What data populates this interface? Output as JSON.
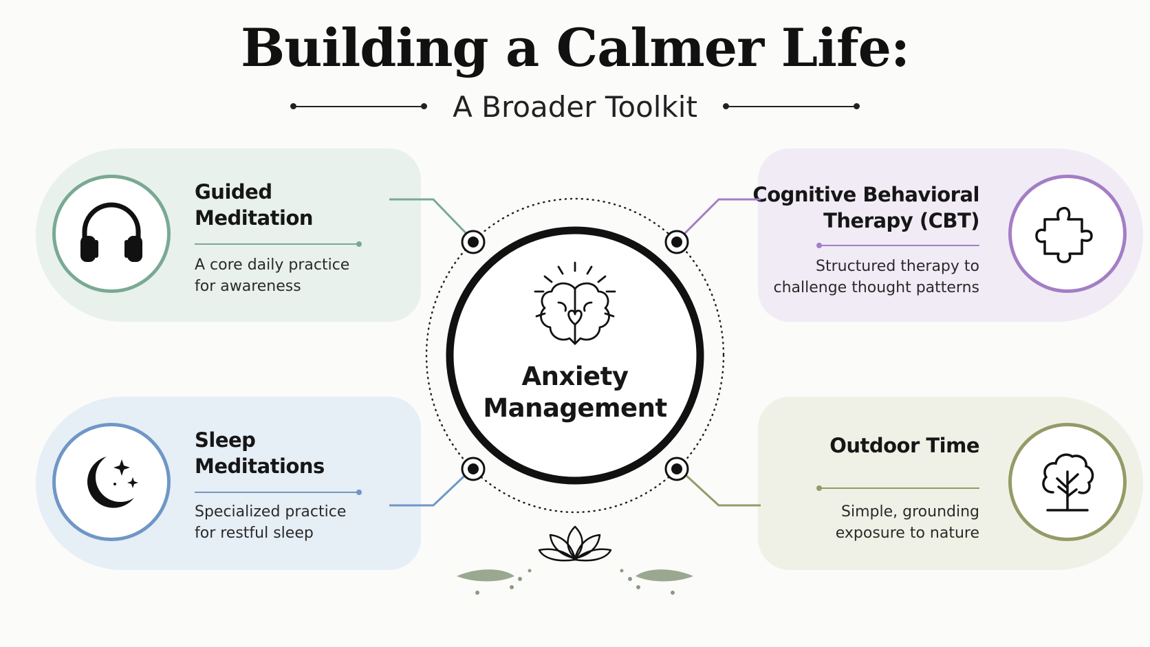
{
  "header": {
    "title": "Building a Calmer Life:",
    "subtitle": "A Broader Toolkit"
  },
  "center": {
    "label_line1": "Anxiety",
    "label_line2": "Management",
    "icon": "brain-heart-icon"
  },
  "cards": {
    "guided_meditation": {
      "title_line1": "Guided",
      "title_line2": "Meditation",
      "desc_line1": "A core daily practice",
      "desc_line2": "for awareness",
      "icon": "headphones-icon",
      "color": "#7aa993"
    },
    "cbt": {
      "title_line1": "Cognitive Behavioral",
      "title_line2": "Therapy (CBT)",
      "desc_line1": "Structured therapy to",
      "desc_line2": "challenge thought patterns",
      "icon": "puzzle-piece-icon",
      "color": "#a37ec4"
    },
    "sleep_meditations": {
      "title_line1": "Sleep",
      "title_line2": "Meditations",
      "desc_line1": "Specialized practice",
      "desc_line2": "for restful sleep",
      "icon": "moon-stars-icon",
      "color": "#6f96c6"
    },
    "outdoor_time": {
      "title_line1": "Outdoor Time",
      "desc_line1": "Simple, grounding",
      "desc_line2": "exposure to nature",
      "icon": "tree-icon",
      "color": "#959a67"
    }
  },
  "footer": {
    "icon": "lotus-icon"
  }
}
